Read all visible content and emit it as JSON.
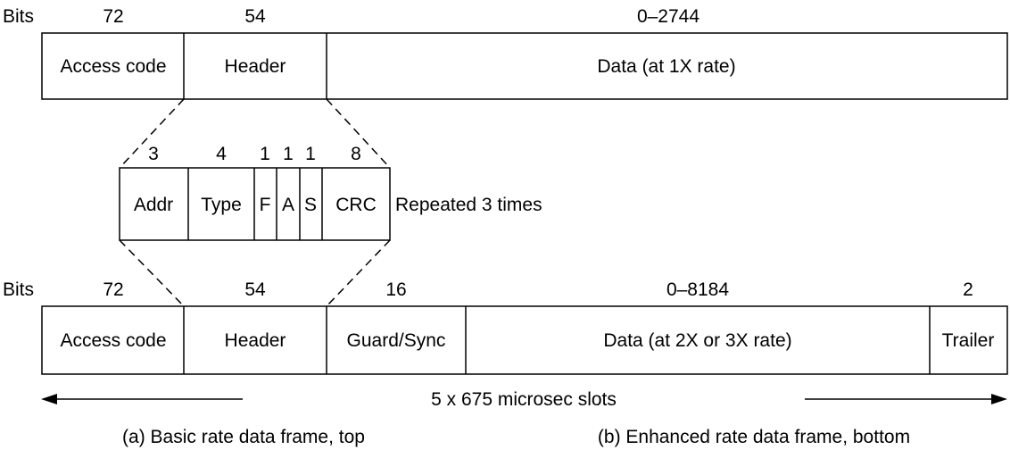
{
  "top_frame": {
    "bits_label": "Bits",
    "fields": [
      {
        "label": "Access code",
        "bits": "72"
      },
      {
        "label": "Header",
        "bits": "54"
      },
      {
        "label": "Data (at 1X rate)",
        "bits": "0–2744"
      }
    ]
  },
  "header_detail": {
    "fields": [
      {
        "label": "Addr",
        "bits": "3"
      },
      {
        "label": "Type",
        "bits": "4"
      },
      {
        "label": "F",
        "bits": "1"
      },
      {
        "label": "A",
        "bits": "1"
      },
      {
        "label": "S",
        "bits": "1"
      },
      {
        "label": "CRC",
        "bits": "8"
      }
    ],
    "note": "Repeated 3 times"
  },
  "bottom_frame": {
    "bits_label": "Bits",
    "fields": [
      {
        "label": "Access code",
        "bits": "72"
      },
      {
        "label": "Header",
        "bits": "54"
      },
      {
        "label": "Guard/Sync",
        "bits": "16"
      },
      {
        "label": "Data (at 2X or 3X rate)",
        "bits": "0–8184"
      },
      {
        "label": "Trailer",
        "bits": "2"
      }
    ]
  },
  "slots_label": "5 x 675 microsec slots",
  "captions": {
    "a": "(a) Basic rate data frame, top",
    "b": "(b) Enhanced rate data frame, bottom"
  }
}
